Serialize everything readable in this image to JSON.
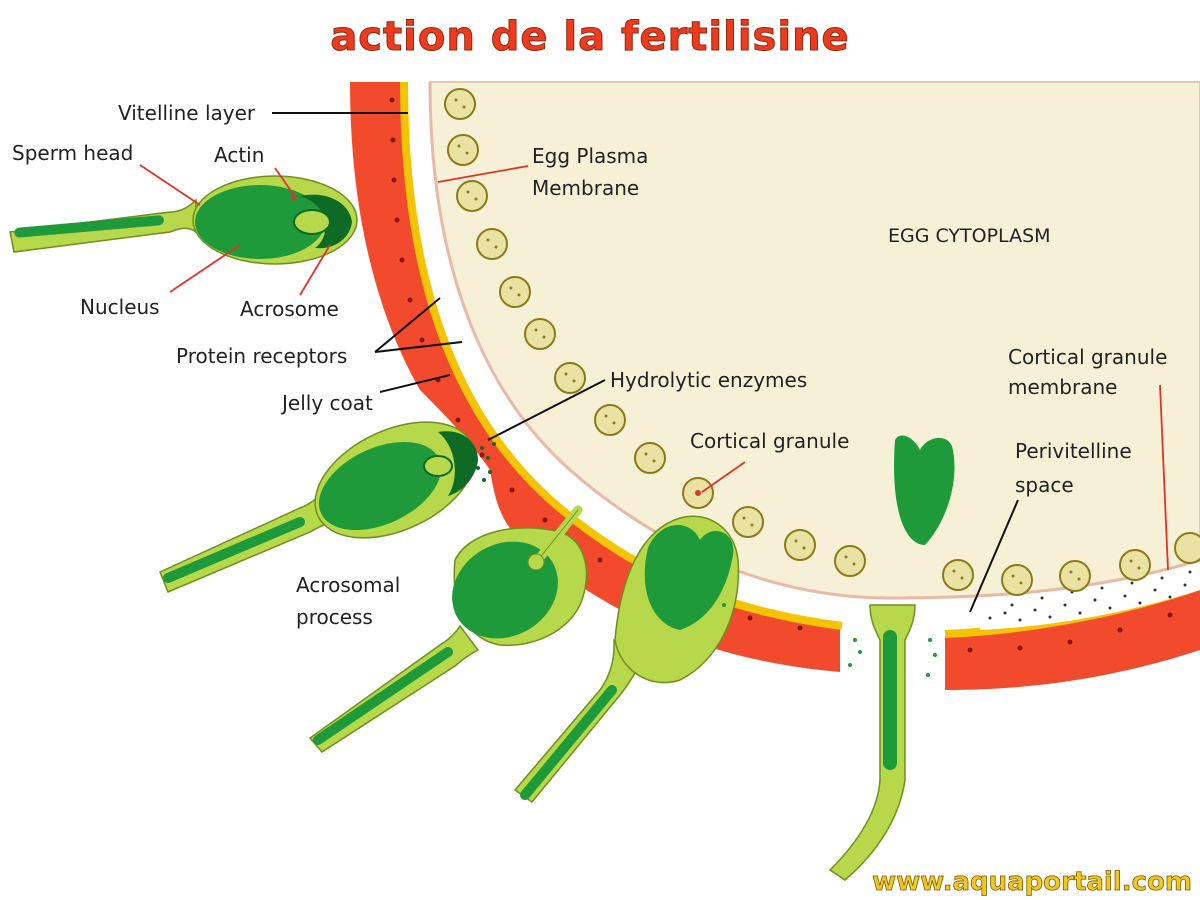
{
  "title": "action de la fertilisine",
  "watermark": "www.aquaportail.com",
  "labels": {
    "vitelline_layer": "Vitelline layer",
    "sperm_head": "Sperm head",
    "actin": "Actin",
    "nucleus": "Nucleus",
    "acrosome": "Acrosome",
    "protein_receptors": "Protein receptors",
    "jelly_coat": "Jelly coat",
    "egg_plasma_line1": "Egg Plasma",
    "egg_plasma_line2": "Membrane",
    "egg_cytoplasm": "EGG CYTOPLASM",
    "hydrolytic_enzymes": "Hydrolytic enzymes",
    "cortical_granule": "Cortical granule",
    "cortical_granule_membrane_line1": "Cortical granule",
    "cortical_granule_membrane_line2": "membrane",
    "perivitelline_line1": "Perivitelline",
    "perivitelline_line2": "space",
    "acrosomal_process_line1": "Acrosomal",
    "acrosomal_process_line2": "process"
  },
  "colors": {
    "title": "#f03a1e",
    "jelly_coat": "#f24a2c",
    "vitelline": "#f5c400",
    "cytoplasm": "#f6f1d6",
    "sperm_body": "#b7d84a",
    "sperm_core": "#1e9a3a",
    "sperm_dark": "#0e6b25",
    "granule": "#e9e2a3",
    "watermark": "#f3c81e"
  }
}
